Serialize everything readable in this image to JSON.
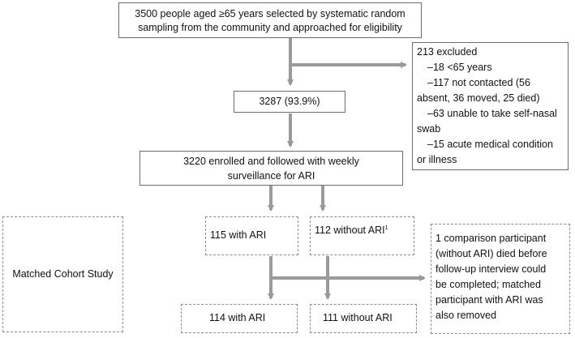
{
  "boxes": {
    "sampled": {
      "line1": "3500 people aged  ≥65 years selected by systematic random",
      "line2": "sampling from the community and approached for eligibility"
    },
    "excluded": {
      "title": "213 excluded",
      "reasons": [
        "–18 <65 years",
        "–117 not contacted (56",
        "absent, 36 moved, 25 died)",
        "–63 unable to take self-nasal",
        "swab",
        "–15 acute medical condition",
        "or illness"
      ]
    },
    "eligible": {
      "label": "3287 (93.9%)"
    },
    "enrolled": {
      "line1": "3220 enrolled and followed with weekly",
      "line2": "surveillance for ARI"
    },
    "study": {
      "label": "Matched Cohort Study"
    },
    "with_ari_initial": {
      "label": "115 with ARI"
    },
    "without_ari_initial": {
      "label": "112 without ARI",
      "footnote": "1"
    },
    "removed_note": {
      "lines": [
        "1 comparison participant",
        "(without ARI) died before",
        "follow-up interview could",
        "be completed; matched",
        "participant with ARI was",
        "also removed"
      ]
    },
    "with_ari_final": {
      "label": "114 with ARI"
    },
    "without_ari_final": {
      "label": "111 without ARI"
    }
  }
}
